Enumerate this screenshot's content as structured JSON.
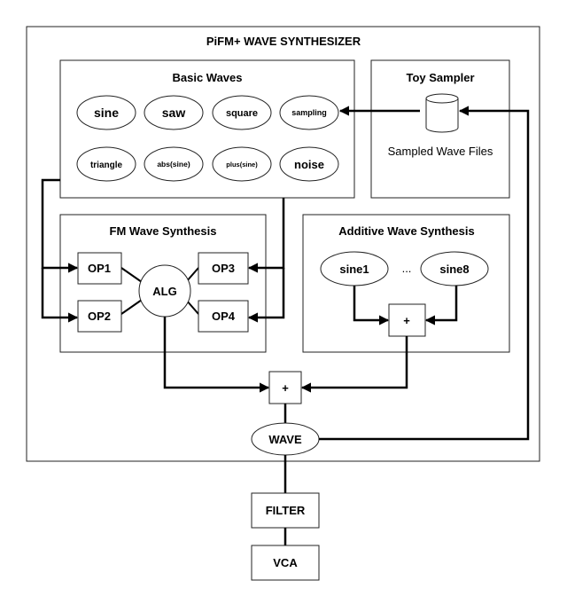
{
  "title": "PiFM+ WAVE SYNTHESIZER",
  "basic_waves": {
    "title": "Basic Waves",
    "row1": [
      "sine",
      "saw",
      "square",
      "sampling"
    ],
    "row2": [
      "triangle",
      "abs(sine)",
      "plus(sine)",
      "noise"
    ]
  },
  "toy_sampler": {
    "title": "Toy Sampler",
    "caption": "Sampled Wave Files",
    "icon": "cylinder-database-icon"
  },
  "fm": {
    "title": "FM Wave Synthesis",
    "op1": "OP1",
    "op2": "OP2",
    "op3": "OP3",
    "op4": "OP4",
    "alg": "ALG"
  },
  "additive": {
    "title": "Additive Wave Synthesis",
    "sine_first": "sine1",
    "ellipsis": "...",
    "sine_last": "sine8",
    "sum": "+"
  },
  "mixer": "+",
  "wave": "WAVE",
  "filter": "FILTER",
  "vca": "VCA"
}
